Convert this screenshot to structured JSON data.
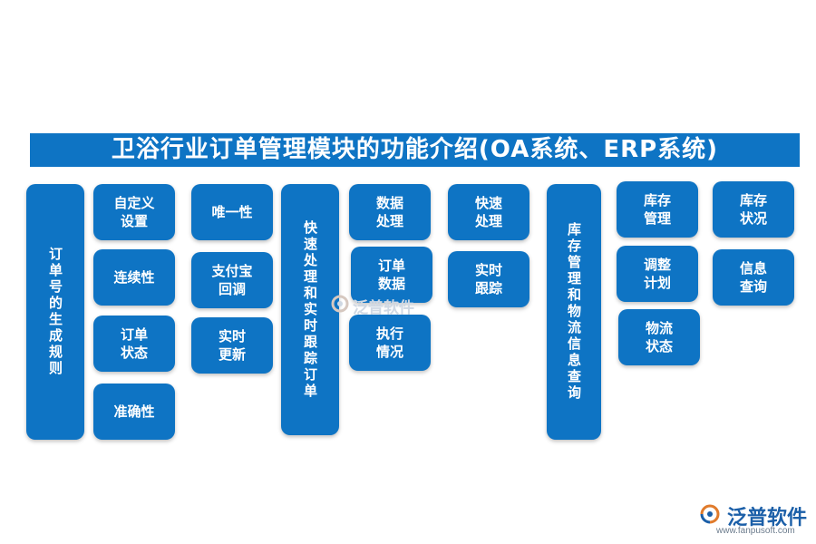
{
  "title": "卫浴行业订单管理模块的功能介绍(OA系统、ERP系统)",
  "groups": {
    "order_rules": {
      "main": "订单号的生成规则",
      "items": [
        "自定义\n设置",
        "连续性",
        "订单\n状态",
        "准确性"
      ]
    },
    "unique": {
      "items": [
        "唯一性",
        "支付宝\n回调",
        "实时\n更新"
      ]
    },
    "fast_processing": {
      "main": "快速处理和实时跟踪订单",
      "items": [
        "数据\n处理",
        "订单\n数据",
        "执行\n情况"
      ],
      "items2": [
        "快速\n处理",
        "实时\n跟踪"
      ]
    },
    "inventory": {
      "main": "库存管理和物流信息查询",
      "items": [
        "库存\n管理",
        "调整\n计划",
        "物流\n状态"
      ],
      "items2": [
        "库存\n状况",
        "信息\n查询"
      ]
    }
  },
  "watermark": "泛普软件",
  "brand": {
    "name": "泛普软件",
    "url": "www.fanpusoft.com"
  },
  "colors": {
    "primary": "#0e74c4",
    "brand": "#1b5fa8"
  }
}
